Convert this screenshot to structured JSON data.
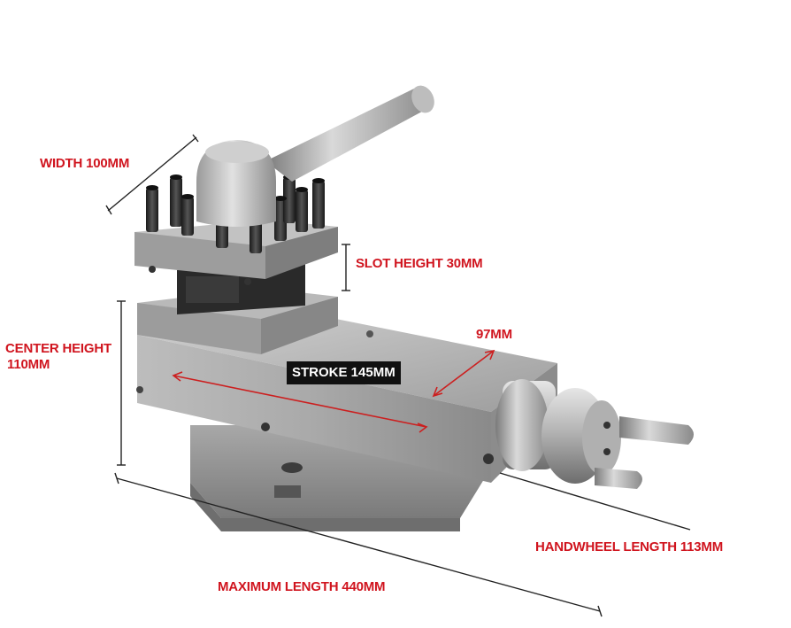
{
  "colors": {
    "label_red": "#d0141e",
    "dimension_line": "#222222",
    "stroke_box_bg": "#111111",
    "stroke_box_text": "#ffffff",
    "steel_light": "#c9c9c9",
    "steel_dark": "#6b6b6b"
  },
  "labels": {
    "width": "WIDTH 100MM",
    "slot_height": "SLOT HEIGHT 30MM",
    "center_height_line1": "CENTER HEIGHT",
    "center_height_line2": "110MM",
    "depth": "97MM",
    "stroke": "STROKE 145MM",
    "handwheel_length": "HANDWHEEL LENGTH 113MM",
    "maximum_length": "MAXIMUM LENGTH 440MM"
  }
}
